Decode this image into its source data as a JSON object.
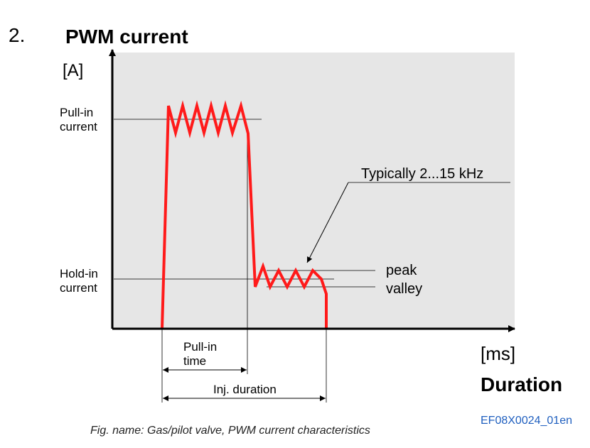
{
  "section_number": "2.",
  "title": "PWM current",
  "y_axis": {
    "unit": "[A]"
  },
  "x_axis": {
    "unit": "[ms]",
    "title": "Duration"
  },
  "levels": {
    "pull_in": [
      "Pull-in",
      "current"
    ],
    "hold_in": [
      "Hold-in",
      "current"
    ]
  },
  "annotations": {
    "frequency": "Typically 2...15 kHz",
    "peak": "peak",
    "valley": "valley"
  },
  "durations": {
    "pull_in_time": [
      "Pull-in",
      "time"
    ],
    "injection": "Inj. duration"
  },
  "figure_code": "EF08X0024_01en",
  "caption": "Fig. name: Gas/pilot valve, PWM current characteristics",
  "colors": {
    "plot_background": "#e6e6e6",
    "current_trace": "#ff1a1a",
    "axes": "#000000",
    "figure_code": "#1f5fbf"
  }
}
